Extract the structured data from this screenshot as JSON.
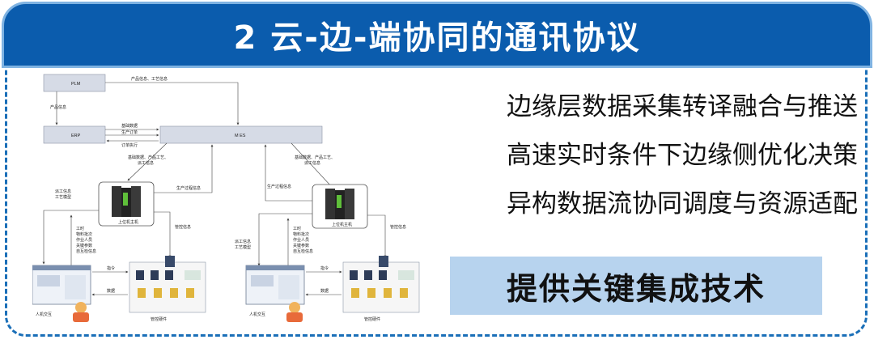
{
  "banner": {
    "title": "2  云-边-端协同的通讯协议"
  },
  "diagram": {
    "plm": "PLM",
    "erp": "ERP",
    "mes": "M ES",
    "plm_to_mes": "产品信息、工艺信息",
    "plm_to_erp": "产品信息",
    "erp_mes_1": "基础数据",
    "erp_mes_2": "生产订单",
    "erp_mes_3": "订单执行",
    "mes_down_left": [
      "基础数据、产品工艺、",
      "派工信息"
    ],
    "mes_down_right": [
      "基础数据、产品工艺、",
      "派工信息"
    ],
    "process_info_left": "生产过程信息",
    "process_info_right": "生产过程信息",
    "host_left": "上位机主机",
    "host_right": "上位机主机",
    "dispatch_left": [
      "派工信息",
      "工艺模型"
    ],
    "dispatch_right": [
      "派工信息",
      "工艺模型"
    ],
    "control_left": "管控信息",
    "control_right": "管控信息",
    "work_left": [
      "工时",
      "物料批次",
      "作业人员",
      "关键参数",
      "自互检信息"
    ],
    "work_right": [
      "工时",
      "物料批次",
      "作业人员",
      "关键参数",
      "自互检信息"
    ],
    "cmd_left": "指令",
    "cmd_right": "指令",
    "data_left": "数据",
    "data_right": "数据",
    "hmi_left": "人机交互",
    "hmi_right": "人机交互",
    "hw_left": "管控硬件",
    "hw_right": "管控硬件"
  },
  "features": [
    "边缘层数据采集转译融合与推送",
    "高速实时条件下边缘侧优化决策",
    "异构数据流协同调度与资源适配"
  ],
  "key_tech": "提供关键集成技术",
  "colors": {
    "banner": "#0b5cad",
    "frame": "#1a6fb8",
    "key_box": "#b7d3ee",
    "box_fill": "#d6dbe6"
  }
}
